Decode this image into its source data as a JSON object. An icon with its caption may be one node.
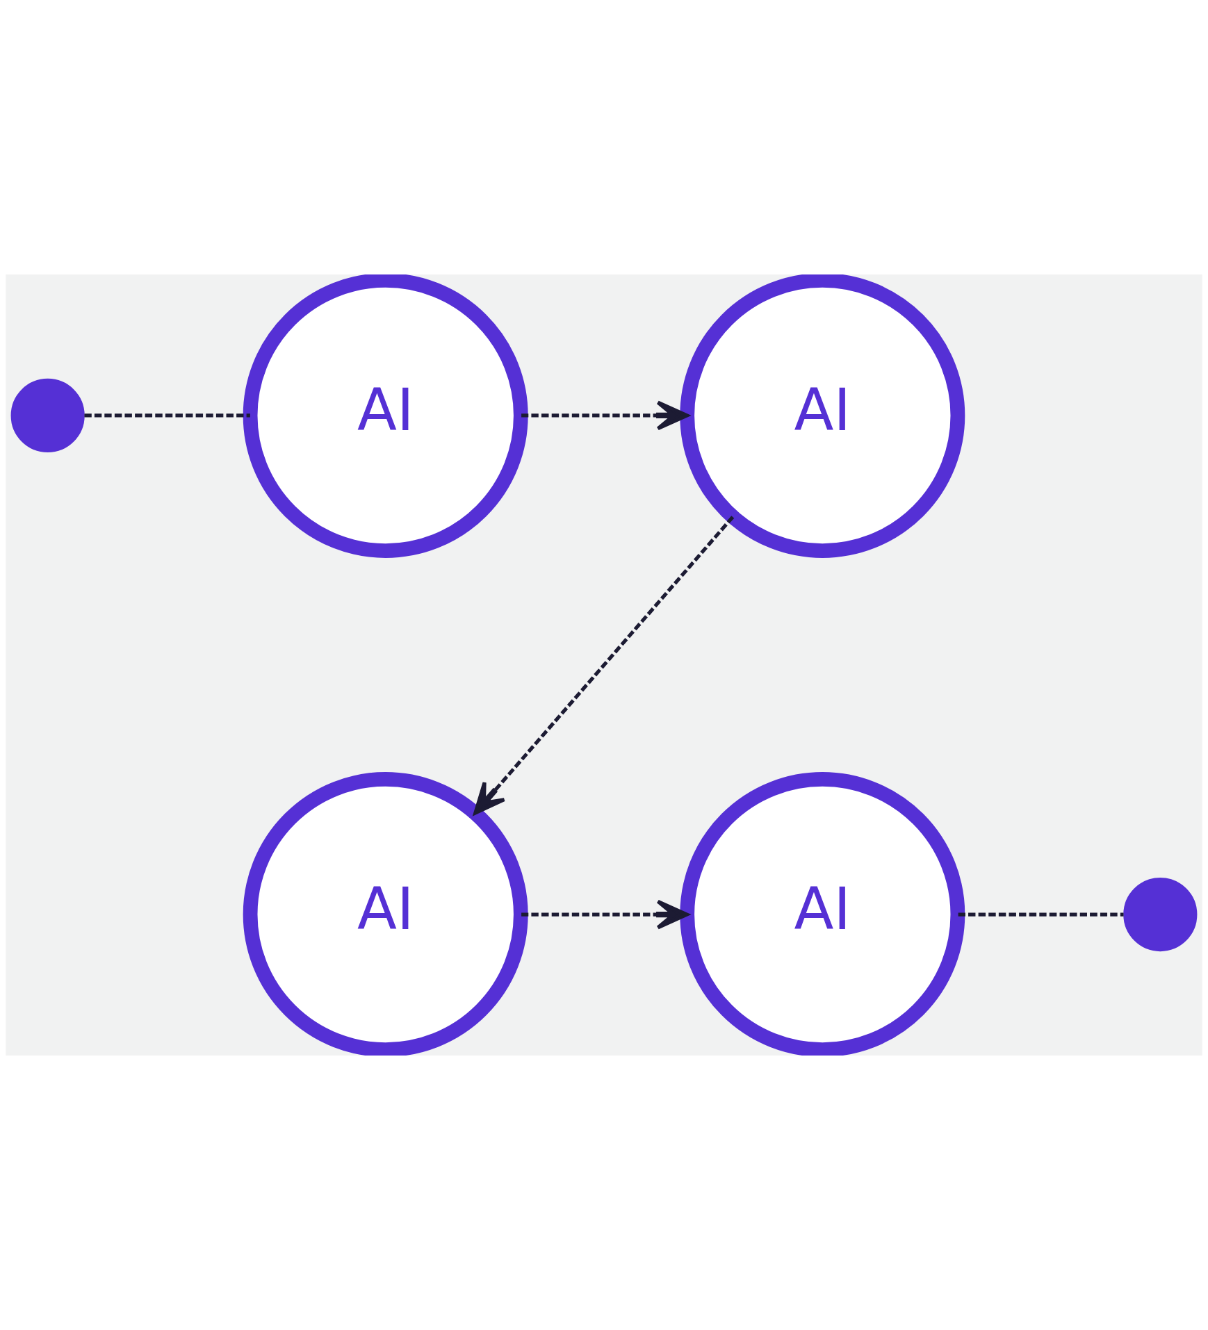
{
  "diagram": {
    "nodes": [
      {
        "text": [],
        "shape": "circle"
      },
      {
        "text": [
          "AI"
        ]
      },
      {
        "text": [
          "AI"
        ]
      },
      {
        "text": [
          "AI"
        ]
      },
      {
        "text": [
          "AI"
        ]
      },
      {
        "text": [],
        "shape": "circle"
      }
    ],
    "edges": [
      {
        "from": 0,
        "to": 1,
        "arrow": "none",
        "style": "dashed"
      },
      {
        "from": 1,
        "to": 2,
        "arrow": "to",
        "style": "dashed"
      },
      {
        "from": 2,
        "to": 3,
        "arrow": "to",
        "style": "dashed"
      },
      {
        "from": 3,
        "to": 4,
        "arrow": "to",
        "style": "dashed"
      },
      {
        "from": 4,
        "to": 5,
        "arrow": "none",
        "style": "dashed"
      }
    ]
  }
}
